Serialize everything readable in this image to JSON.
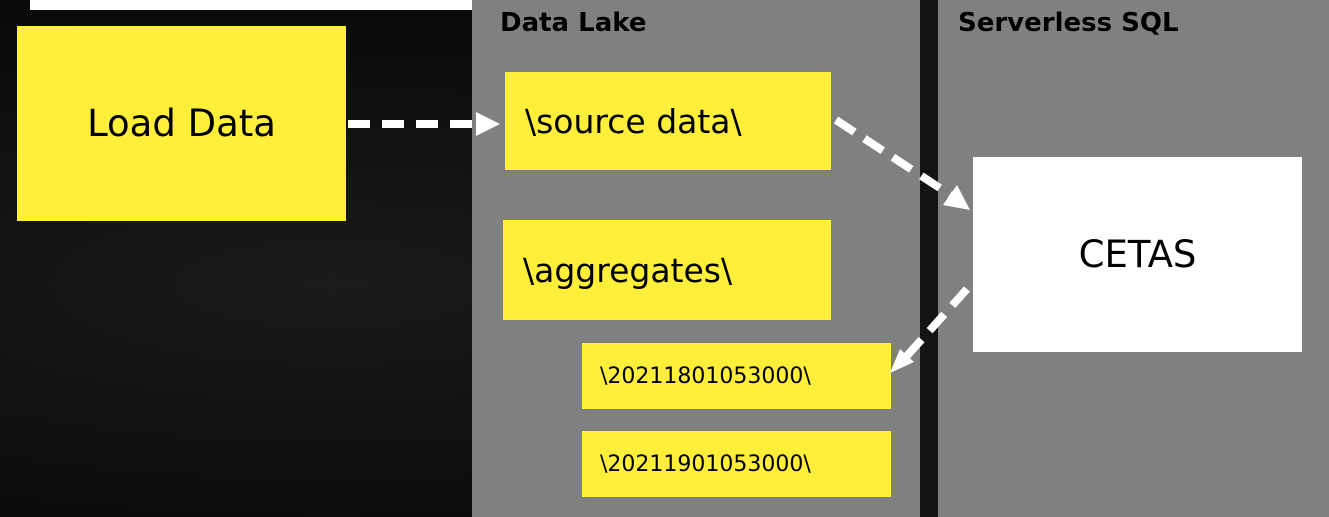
{
  "columns": {
    "data_lake": {
      "title": "Data Lake"
    },
    "serverless_sql": {
      "title": "Serverless SQL"
    }
  },
  "boxes": {
    "load_data": "Load Data",
    "source_data": "\\source data\\",
    "aggregates": "\\aggregates\\",
    "partition_1": "\\20211801053000\\",
    "partition_2": "\\20211901053000\\",
    "cetas": "CETAS"
  },
  "colors": {
    "box_yellow": "#ffef3a",
    "column_gray": "#808080",
    "arrow": "#ffffff",
    "background": "#0c0c0c"
  }
}
